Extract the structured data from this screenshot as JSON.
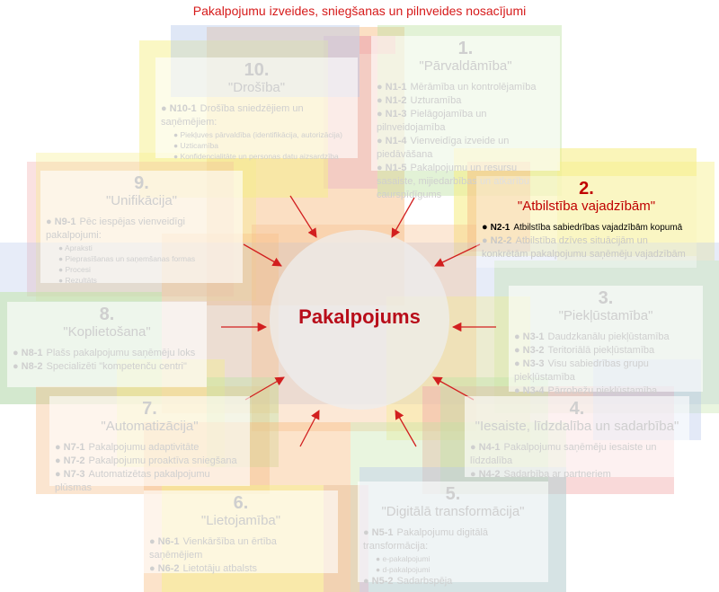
{
  "title": "Pakalpojumu izveides, sniegšanas un pilnveides nosacījumi",
  "center": "Pakalpojums",
  "colors": {
    "accent": "#c00000",
    "arrow": "#d21f1f",
    "faded_text": "#cfcfcf"
  },
  "principles": [
    {
      "num": "1.",
      "name": "\"Pārvaldāmība\"",
      "items": [
        {
          "code": "N1-1",
          "text": "Mērāmība un kontrolējamība"
        },
        {
          "code": "N1-2",
          "text": "Uzturamība"
        },
        {
          "code": "N1-3",
          "text": "Pielāgojamība un pilnveidojamība"
        },
        {
          "code": "N1-4",
          "text": "Vienveidīga izveide un piedāvāšana"
        },
        {
          "code": "N1-5",
          "text": "Pakalpojumu un resursu sasaiste, mijiedarbības un atkarību caurspīdīgums"
        }
      ]
    },
    {
      "num": "2.",
      "name": "\"Atbilstība vajadzībām\"",
      "items": [
        {
          "code": "N2-1",
          "text": "Atbilstība sabiedrības vajadzībām kopumā"
        },
        {
          "code": "N2-2",
          "text": "Atbilstība dzīves situācijām un konkrētām pakalpojumu saņēmēju vajadzībām"
        }
      ]
    },
    {
      "num": "3.",
      "name": "\"Piekļūstamība\"",
      "items": [
        {
          "code": "N3-1",
          "text": "Daudzkanālu piekļūstamība"
        },
        {
          "code": "N3-2",
          "text": "Teritoriālā piekļūstamība"
        },
        {
          "code": "N3-3",
          "text": "Visu sabiedrības grupu piekļūstamība"
        },
        {
          "code": "N3-4",
          "text": "Pārrobežu piekļūstamība"
        }
      ]
    },
    {
      "num": "4.",
      "name": "\"Iesaiste, līdzdalība un sadarbība\"",
      "items": [
        {
          "code": "N4-1",
          "text": "Pakalpojumu saņēmēju iesaiste un līdzdalība"
        },
        {
          "code": "N4-2",
          "text": "Sadarbība ar partneriem"
        }
      ]
    },
    {
      "num": "5.",
      "name": "\"Digitālā transformācija\"",
      "items": [
        {
          "code": "N5-1",
          "text": "Pakalpojumu digitālā transformācija:",
          "subs": [
            "e-pakalpojumi",
            "d-pakalpojumi"
          ]
        },
        {
          "code": "N5-2",
          "text": "Sadarbspēja"
        }
      ]
    },
    {
      "num": "6.",
      "name": "\"Lietojamība\"",
      "items": [
        {
          "code": "N6-1",
          "text": "Vienkāršība un ērtība saņēmējiem"
        },
        {
          "code": "N6-2",
          "text": "Lietotāju atbalsts"
        }
      ]
    },
    {
      "num": "7.",
      "name": "\"Automatizācija\"",
      "items": [
        {
          "code": "N7-1",
          "text": "Pakalpojumu adaptivitāte"
        },
        {
          "code": "N7-2",
          "text": "Pakalpojumu proaktīva sniegšana"
        },
        {
          "code": "N7-3",
          "text": "Automatizētas pakalpojumu plūsmas"
        }
      ]
    },
    {
      "num": "8.",
      "name": "\"Koplietošana\"",
      "items": [
        {
          "code": "N8-1",
          "text": "Plašs pakalpojumu saņēmēju loks"
        },
        {
          "code": "N8-2",
          "text": "Specializēti \"kompetenču centri\""
        }
      ]
    },
    {
      "num": "9.",
      "name": "\"Unifikācija\"",
      "items": [
        {
          "code": "N9-1",
          "text": "Pēc iespējas vienveidīgi pakalpojumi:",
          "subs": [
            "Apraksti",
            "Pieprasīšanas un saņemšanas formas",
            "Procesi",
            "Rezultāts"
          ]
        }
      ]
    },
    {
      "num": "10.",
      "name": "\"Drošība\"",
      "items": [
        {
          "code": "N10-1",
          "text": "Drošība sniedzējiem un saņēmējiem:",
          "subs": [
            "Piekļuves pārvaldība (identifikācija, autorizācija)",
            "Uzticamība",
            "Konfidencialitāte un personas datu aizsardzība"
          ]
        }
      ]
    }
  ]
}
